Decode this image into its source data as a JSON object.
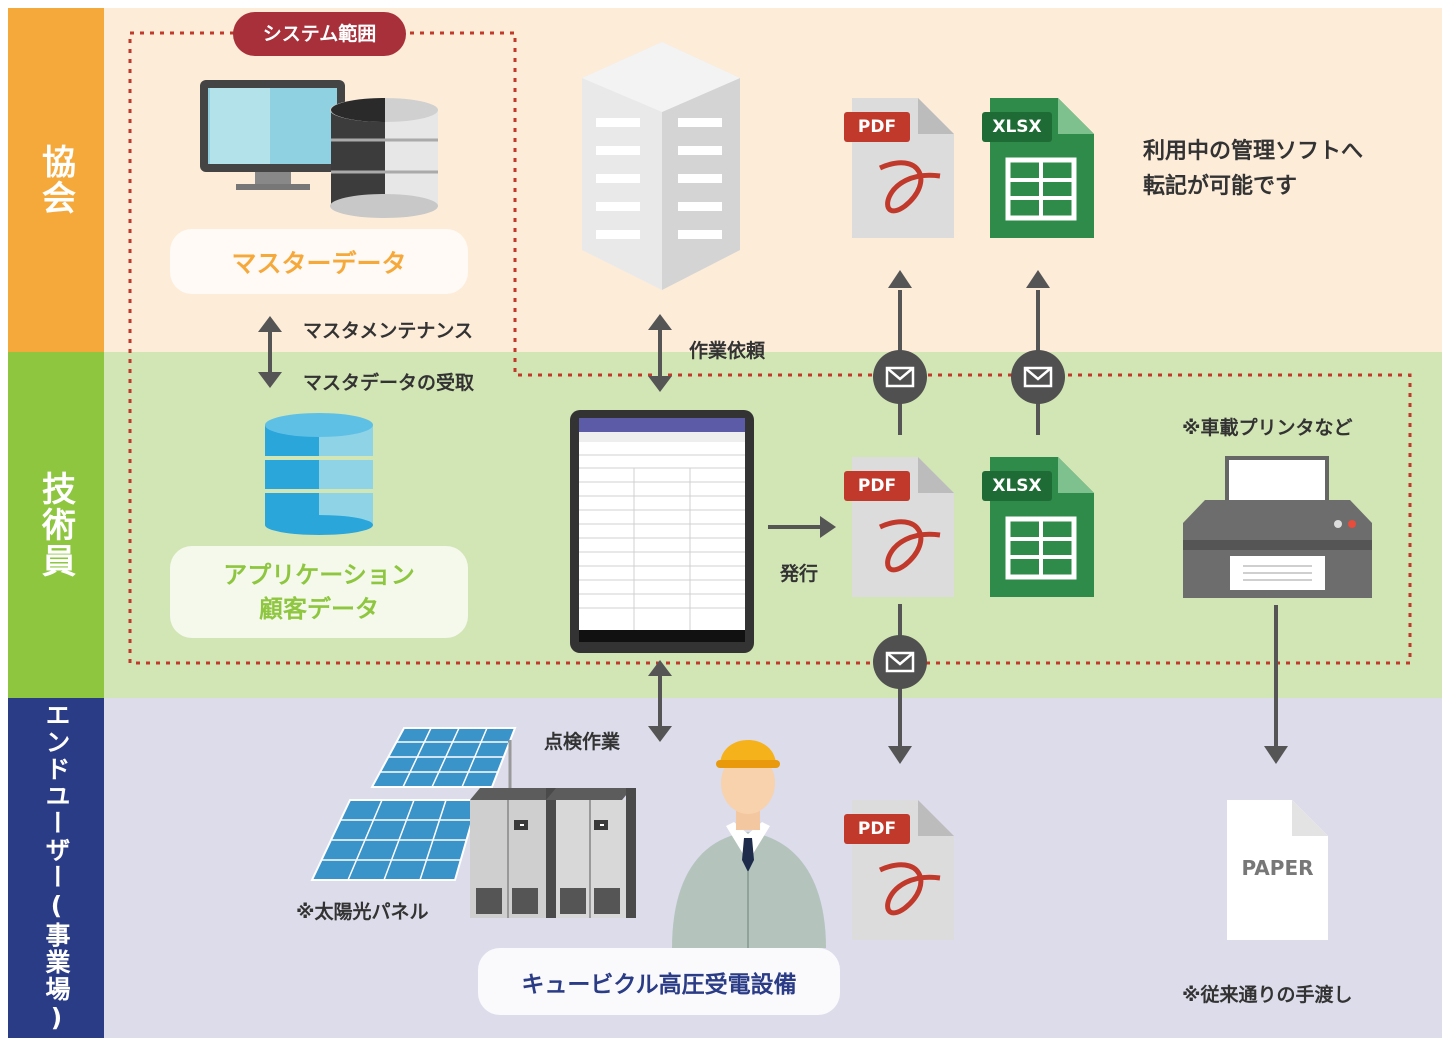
{
  "lanes": {
    "association": "協会",
    "technician": "技術員",
    "enduser": "エンドユーザー(事業場)"
  },
  "system_scope_label": "システム範囲",
  "master_data_label": "マスターデータ",
  "app_data_label_1": "アプリケーション",
  "app_data_label_2": "顧客データ",
  "master_maintenance_label": "マスタメンテナンス",
  "master_receive_label": "マスタデータの受取",
  "work_request_label": "作業依頼",
  "issue_label": "発行",
  "inspection_label": "点検作業",
  "transfer_note_1": "利用中の管理ソフトへ",
  "transfer_note_2": "転記が可能です",
  "printer_note": "※車載プリンタなど",
  "solar_label": "※太陽光パネル",
  "cubicle_label": "キュービクル高圧受電設備",
  "handover_note": "※従来通りの手渡し",
  "doc_labels": {
    "pdf": "PDF",
    "xlsx": "XLSX",
    "paper": "PAPER"
  },
  "colors": {
    "association_band": "#fdecd8",
    "association_label": "#f6a93b",
    "technician_band": "#d2e5b4",
    "technician_label": "#8ec63f",
    "enduser_band": "#dcdcea",
    "enduser_label": "#2b3c87",
    "scope_red": "#c0392b",
    "master_orange": "#f6a93b",
    "app_green": "#8ec63f",
    "cubicle_navy": "#2b3c87",
    "pdf_red": "#c0392b",
    "xlsx_green": "#2e8b4a"
  }
}
